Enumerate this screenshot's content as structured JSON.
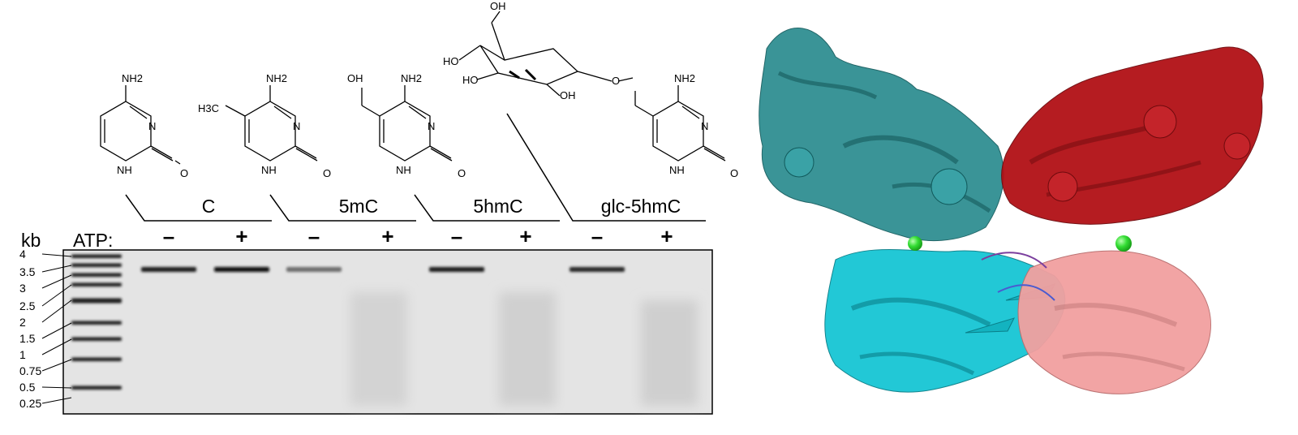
{
  "molecules": [
    {
      "name": "C",
      "substituent": "",
      "atoms": {
        "amine": "NH2",
        "n3": "N",
        "n1": "NH",
        "oxo": "O"
      }
    },
    {
      "name": "5mC",
      "substituent": "H3C",
      "atoms": {
        "amine": "NH2",
        "n3": "N",
        "n1": "NH",
        "oxo": "O"
      }
    },
    {
      "name": "5hmC",
      "substituent": "OH",
      "atoms": {
        "amine": "NH2",
        "n3": "N",
        "n1": "NH",
        "oxo": "O"
      }
    },
    {
      "name": "glc-5hmC",
      "substituent": "O",
      "atoms": {
        "amine": "NH2",
        "n3": "N",
        "n1": "NH",
        "oxo": "O"
      }
    }
  ],
  "glucose": {
    "oh_top": "OH",
    "oh_left1": "HO",
    "oh_left2": "HO",
    "oh_bottom": "OH"
  },
  "gel": {
    "kb_label": "kb",
    "atp_label": "ATP:",
    "minus": "–",
    "plus": "+",
    "ladder": [
      "4",
      "3.5",
      "3",
      "2.5",
      "2",
      "1.5",
      "1",
      "0.75",
      "0.5",
      "0.25"
    ],
    "lanes": [
      {
        "group": "C",
        "atp": "–",
        "band": true,
        "intensity": 0.9
      },
      {
        "group": "C",
        "atp": "+",
        "band": true,
        "intensity": 0.95
      },
      {
        "group": "5mC",
        "atp": "–",
        "band": true,
        "intensity": 0.55
      },
      {
        "group": "5mC",
        "atp": "+",
        "band": false,
        "intensity": 0
      },
      {
        "group": "5hmC",
        "atp": "–",
        "band": true,
        "intensity": 0.9
      },
      {
        "group": "5hmC",
        "atp": "+",
        "band": false,
        "intensity": 0
      },
      {
        "group": "glc-5hmC",
        "atp": "–",
        "band": true,
        "intensity": 0.85
      },
      {
        "group": "glc-5hmC",
        "atp": "+",
        "band": false,
        "intensity": 0
      }
    ]
  },
  "structure": {
    "chains": [
      {
        "name": "teal",
        "color": "#2a8c8f"
      },
      {
        "name": "cyan",
        "color": "#17c6d4"
      },
      {
        "name": "darkred",
        "color": "#b21016"
      },
      {
        "name": "salmon",
        "color": "#f2a0a0"
      }
    ],
    "metal_color": "#33dd33"
  }
}
